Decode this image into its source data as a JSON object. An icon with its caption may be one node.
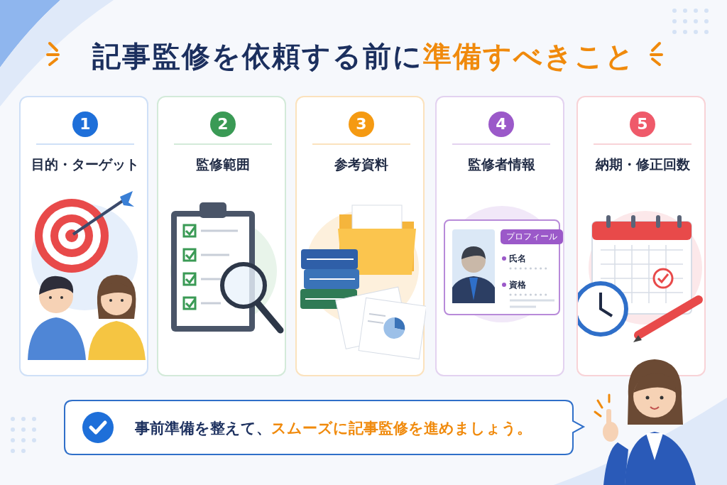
{
  "diagram": {
    "title": "記事監修を依頼する前に**準備すべきこと**",
    "nodes": [
      {
        "text": [
          "1",
          "目的・ターゲット"
        ]
      },
      {
        "text": [
          "2",
          "監修範囲"
        ]
      },
      {
        "text": [
          "3",
          "参考資料"
        ]
      },
      {
        "text": [
          "4",
          "監修者情報"
        ]
      },
      {
        "text": [
          "5",
          "納期・修正回数"
        ]
      },
      {
        "text": [
          "プロフィール",
          "氏名",
          "資格"
        ],
        "in": 3
      },
      {
        "text": [
          "事前準備を整えて、**スムーズに記事監修を進めましょう。**"
        ]
      }
    ]
  }
}
